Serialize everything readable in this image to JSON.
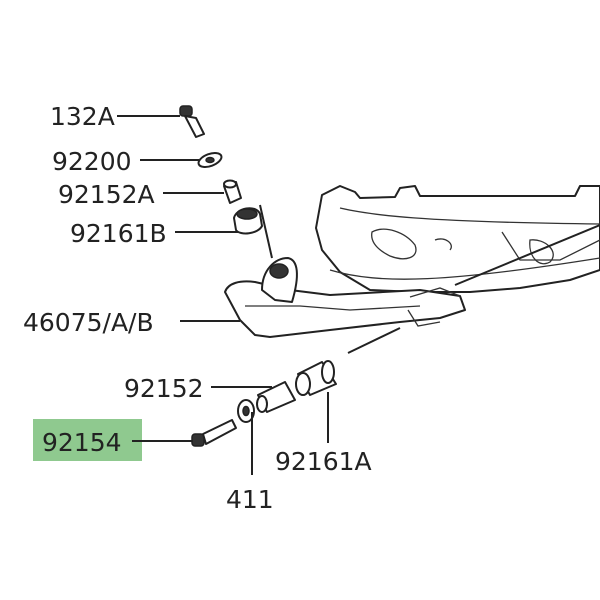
{
  "diagram": {
    "highlight_color": "#8fc98f",
    "labels": {
      "bolt_top": "132A",
      "washer_top": "92200",
      "collar_top": "92152A",
      "grommet_top": "92161B",
      "grab_rail": "46075/A/B",
      "collar_bottom": "92152",
      "bolt_bottom": "92154",
      "washer_bottom": "411",
      "grommet_bottom": "92161A"
    },
    "highlighted_part": "92154"
  }
}
